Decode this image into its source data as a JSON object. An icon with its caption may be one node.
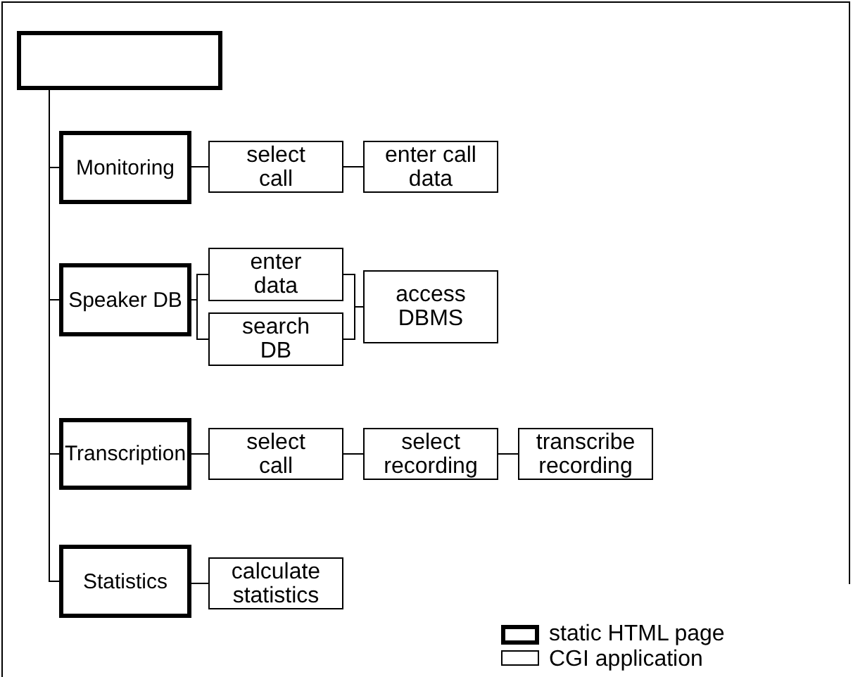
{
  "diagram": {
    "nodes": [
      {
        "text": [],
        "shape": "box"
      },
      {
        "text": [
          "Monitoring"
        ]
      },
      {
        "text": [
          "select call"
        ]
      },
      {
        "text": [
          "enter call data"
        ]
      },
      {
        "text": [
          "Speaker DB"
        ]
      },
      {
        "text": [
          "enter data"
        ]
      },
      {
        "text": [
          "search DB"
        ]
      },
      {
        "text": [
          "access DBMS"
        ]
      },
      {
        "text": [
          "Transcription"
        ]
      },
      {
        "text": [
          "select call"
        ]
      },
      {
        "text": [
          "select recording"
        ]
      },
      {
        "text": [
          "transcribe recording"
        ]
      },
      {
        "text": [
          "Statistics"
        ]
      },
      {
        "text": [
          "calculate statistics"
        ]
      }
    ],
    "edges": [
      {
        "from": 0,
        "to": 1,
        "arrow": "none"
      },
      {
        "from": 0,
        "to": 4,
        "arrow": "none"
      },
      {
        "from": 0,
        "to": 8,
        "arrow": "none"
      },
      {
        "from": 0,
        "to": 12,
        "arrow": "none"
      },
      {
        "from": 1,
        "to": 2,
        "arrow": "none"
      },
      {
        "from": 2,
        "to": 3,
        "arrow": "none"
      },
      {
        "from": 4,
        "to": 5,
        "arrow": "none"
      },
      {
        "from": 4,
        "to": 6,
        "arrow": "none"
      },
      {
        "from": 5,
        "to": 7,
        "arrow": "none"
      },
      {
        "from": 6,
        "to": 7,
        "arrow": "none"
      },
      {
        "from": 8,
        "to": 9,
        "arrow": "none"
      },
      {
        "from": 9,
        "to": 10,
        "arrow": "none"
      },
      {
        "from": 10,
        "to": 11,
        "arrow": "none"
      },
      {
        "from": 12,
        "to": 13,
        "arrow": "none"
      }
    ],
    "legend": [
      {
        "text": "static HTML page"
      },
      {
        "text": "CGI application"
      }
    ]
  }
}
